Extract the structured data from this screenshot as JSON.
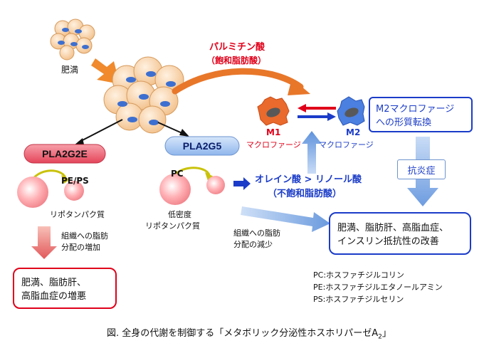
{
  "labels": {
    "obesity": "肥満",
    "palmitic_acid": "パルミチン酸",
    "palmitic_sub": "（飽和脂肪酸）",
    "m1": "M1",
    "m1_sub": "マクロファージ",
    "m2": "M2",
    "m2_sub": "マクロファージ",
    "m2_box_line1": "M2マクロファージ",
    "m2_box_line2": "への形質転換",
    "anti_inflammatory": "抗炎症",
    "pla2g2e": "PLA2G2E",
    "pla2g5": "PLA2G5",
    "pe_ps": "PE/PS",
    "pc": "PC",
    "lipoprotein": "リポタンパク質",
    "ldl_line1": "低密度",
    "ldl_line2": "リポタンパク質",
    "oleic_line1": "オレイン酸 > リノール酸",
    "oleic_line2": "（不飽和脂肪酸）",
    "alloc_increase_line1": "組織への脂肪",
    "alloc_increase_line2": "分配の増加",
    "alloc_decrease_line1": "組織への脂肪",
    "alloc_decrease_line2": "分配の減少",
    "worsen_line1": "肥満、脂肪肝、",
    "worsen_line2": "高脂血症の増悪",
    "improve_line1": "肥満、脂肪肝、高脂血症、",
    "improve_line2": "インスリン抵抗性の改善"
  },
  "legend": [
    {
      "abbr": "PC",
      "desc": "ホスファチジルコリン"
    },
    {
      "abbr": "PE",
      "desc": "ホスファチジルエタノールアミン"
    },
    {
      "abbr": "PS",
      "desc": "ホスファチジルセリン"
    }
  ],
  "caption": {
    "text": "図. 全身の代謝を制御する「メタボリック分泌性ホスホリパーゼA",
    "subscript": "2",
    "close": "」"
  },
  "colors": {
    "red_text": "#e0001a",
    "blue_text": "#1b3cc8",
    "orange_arrow": "#e8772a",
    "blue_arrow": "#5b8ed8",
    "red_box_border": "#e0001a",
    "blue_box_border": "#1b3cc8"
  }
}
